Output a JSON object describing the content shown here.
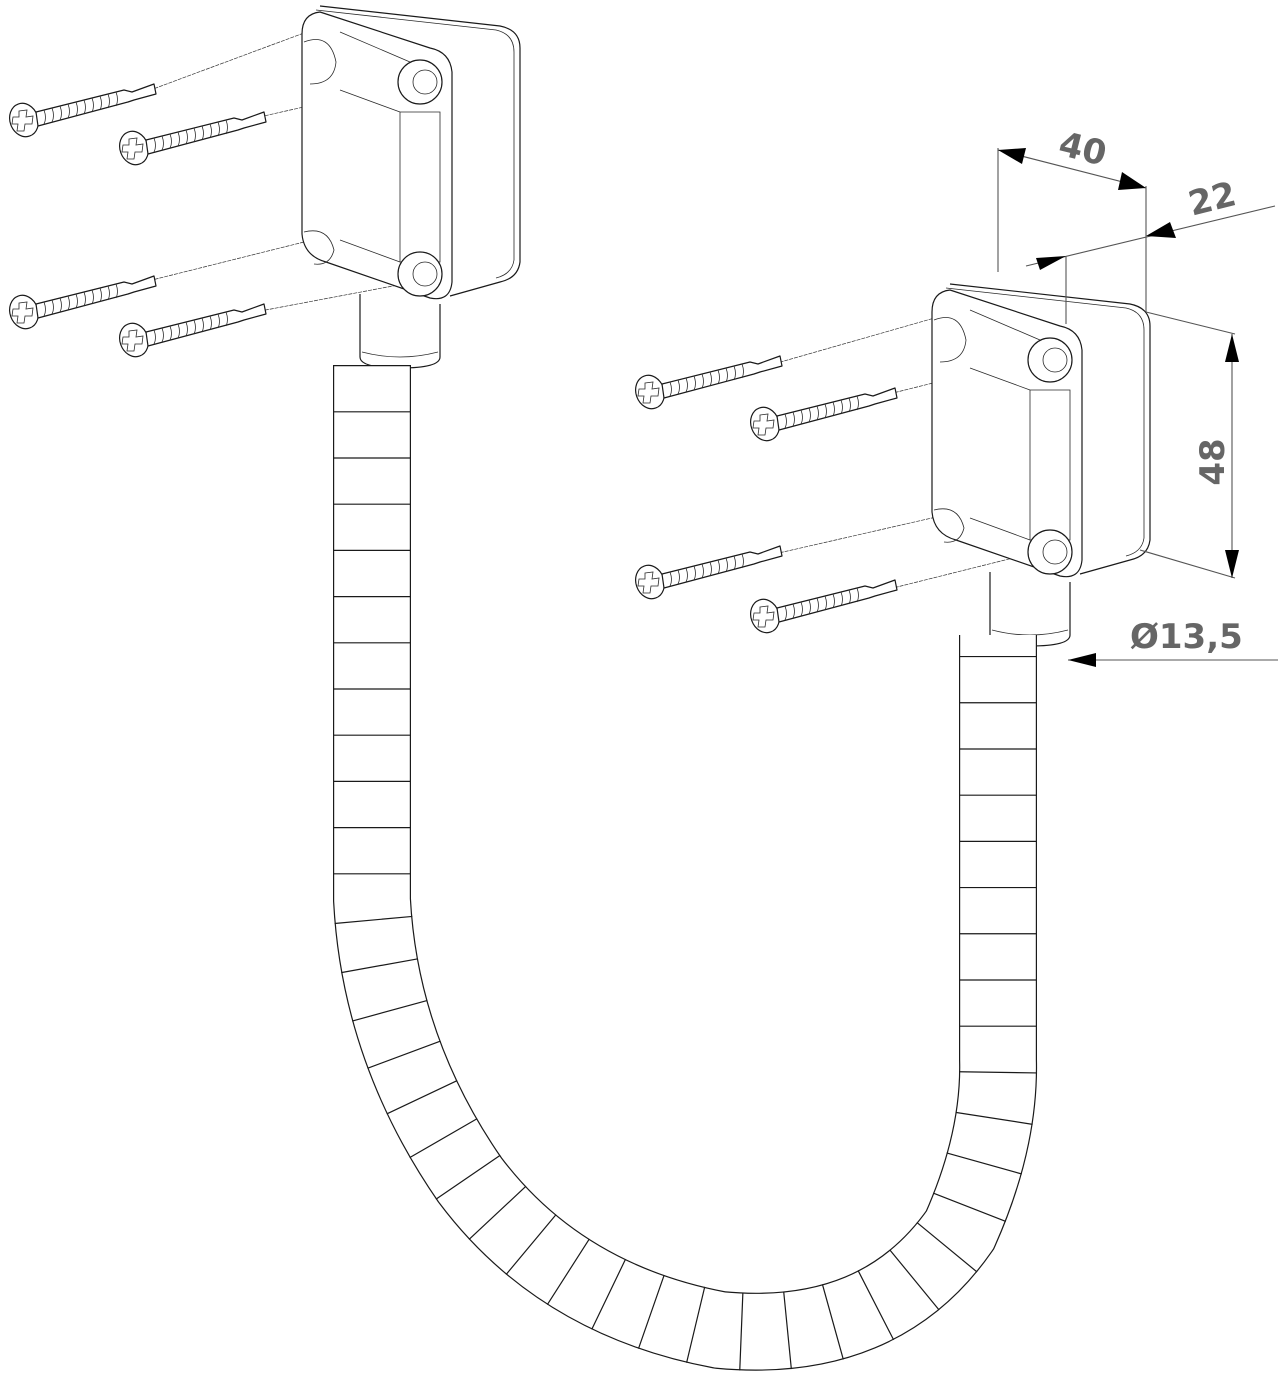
{
  "diagram": {
    "subject": "armored cable door loop with two mounting boxes and screws",
    "colors": {
      "line": "#1a1a1a",
      "dimension_text": "#666666",
      "background": "#ffffff"
    },
    "dimensions": {
      "width": "40",
      "depth": "22",
      "height": "48",
      "diameter": "Ø13,5"
    },
    "components": [
      {
        "name": "mounting-box-left",
        "screws": 4
      },
      {
        "name": "mounting-box-right",
        "screws": 4
      },
      {
        "name": "flexible-armored-hose",
        "count": 1
      }
    ]
  }
}
